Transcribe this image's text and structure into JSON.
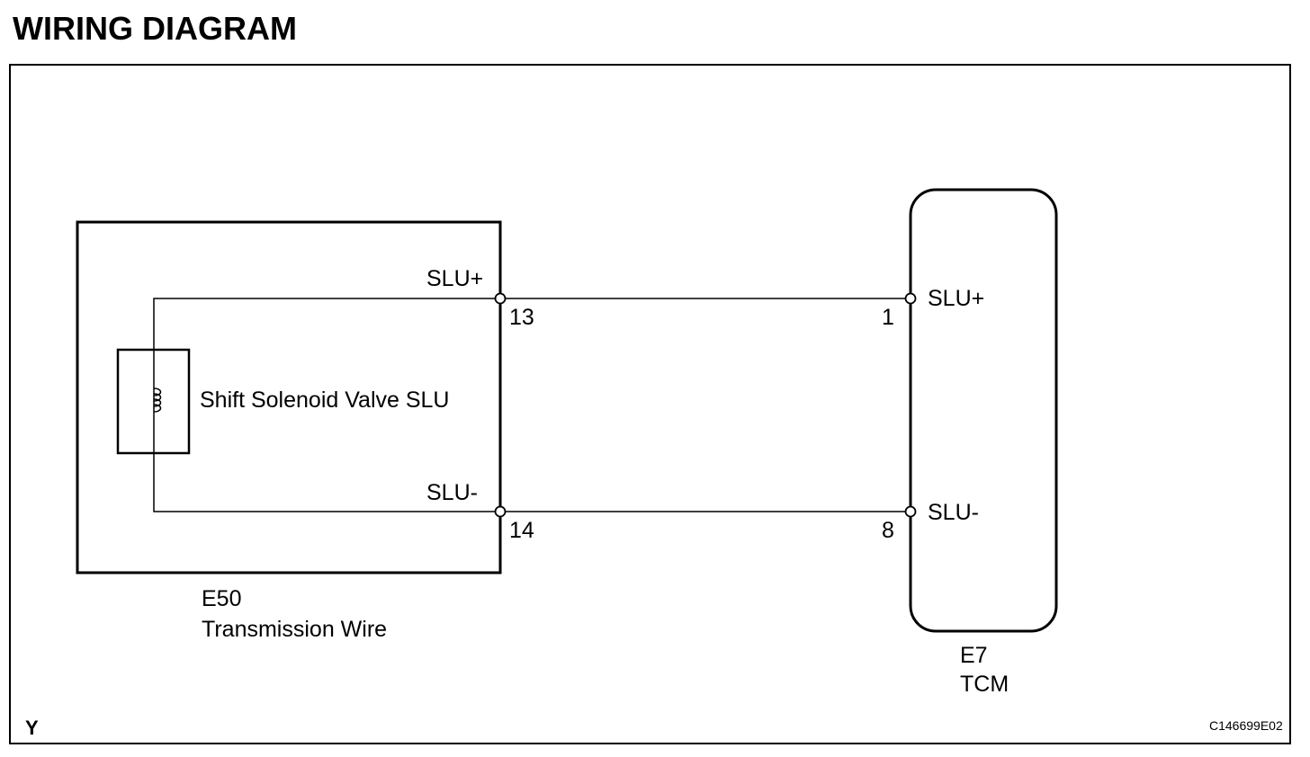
{
  "title": "WIRING DIAGRAM",
  "left_component": {
    "connector": "E50",
    "name": "Transmission Wire",
    "inner_device": "Shift Solenoid Valve SLU",
    "terminal_plus_label": "SLU+",
    "terminal_minus_label": "SLU-",
    "terminal_plus_pin": "13",
    "terminal_minus_pin": "14"
  },
  "right_component": {
    "connector": "E7",
    "name": "TCM",
    "terminal_plus_label": "SLU+",
    "terminal_minus_label": "SLU-",
    "terminal_plus_pin": "1",
    "terminal_minus_pin": "8"
  },
  "corner_letter": "Y",
  "figure_code": "C146699E02",
  "icons": {
    "solenoid_coil": "coil-icon"
  }
}
